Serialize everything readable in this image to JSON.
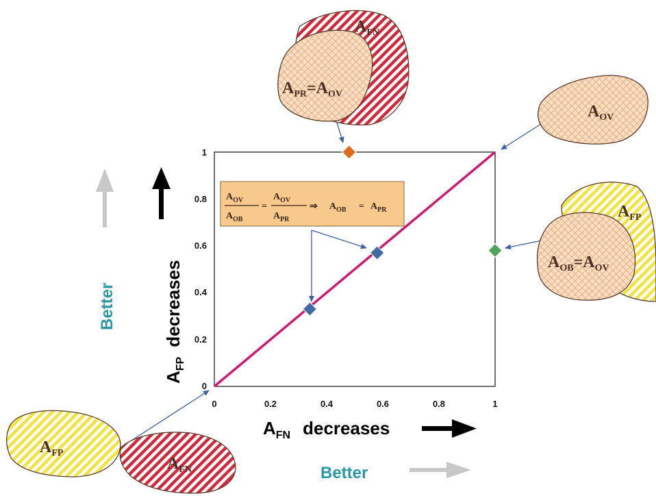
{
  "axes": {
    "x_title_main": "A",
    "x_title_sub": "FN",
    "x_title_rest": "decreases",
    "y_title_main": "A",
    "y_title_sub": "FP",
    "y_title_rest": "decreases",
    "x_ticks": [
      "0",
      "0.2",
      "0.4",
      "0.6",
      "0.8",
      "1"
    ],
    "y_ticks": [
      "0",
      "0.2",
      "0.4",
      "0.6",
      "0.8",
      "1"
    ],
    "better_x": "Better",
    "better_y": "Better"
  },
  "equation": {
    "num1_main": "A",
    "num1_sub": "OV",
    "den1_main": "A",
    "den1_sub": "OB",
    "eq_sign": "=",
    "num2_main": "A",
    "num2_sub": "OV",
    "den2_main": "A",
    "den2_sub": "PR",
    "implies": "⇒",
    "lhs_main": "A",
    "lhs_sub": "OB",
    "eq_sign2": "=",
    "rhs_main": "A",
    "rhs_sub": "PR"
  },
  "blobs": {
    "top_fn": {
      "main": "A",
      "sub": "FN"
    },
    "top_pr": {
      "main": "A",
      "sub": "PR",
      "eq": "=",
      "main2": "A",
      "sub2": "OV"
    },
    "ov": {
      "main": "A",
      "sub": "OV"
    },
    "right_fp": {
      "main": "A",
      "sub": "FP"
    },
    "right_ob": {
      "main": "A",
      "sub": "OB",
      "eq": "=",
      "main2": "A",
      "sub2": "OV"
    },
    "bl_fp": {
      "main": "A",
      "sub": "FP"
    },
    "bl_fn": {
      "main": "A",
      "sub": "FN"
    }
  },
  "chart_data": {
    "type": "scatter",
    "xlim": [
      0,
      1
    ],
    "ylim": [
      0,
      1
    ],
    "line": {
      "x": [
        0,
        1
      ],
      "y": [
        0,
        1
      ],
      "color": "#cc1a72"
    },
    "points": [
      {
        "x": 0.48,
        "y": 1.0,
        "color": "#e06a1b"
      },
      {
        "x": 1.0,
        "y": 0.58,
        "color": "#55a35a"
      },
      {
        "x": 0.34,
        "y": 0.33,
        "color": "#3f6aa6"
      },
      {
        "x": 0.58,
        "y": 0.57,
        "color": "#3f6aa6"
      }
    ]
  },
  "colors": {
    "diagonal": "#cc1a72",
    "connector": "#3f5fa6",
    "better": "#2a99a6",
    "box_fill": "#f7c98c",
    "blob_fill": "#f8dfc4",
    "red_hatch": "#d3283a",
    "yellow_hatch": "#f2e43a"
  }
}
